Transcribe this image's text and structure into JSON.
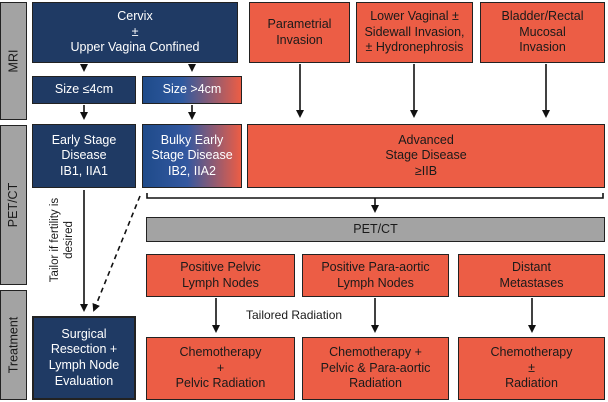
{
  "sections": {
    "mri": "MRI",
    "petct": "PET/CT",
    "treatment": "Treatment"
  },
  "mri_row": {
    "cervix": "Cervix\n±\nUpper Vagina Confined",
    "parametrial": "Parametrial\nInvasion",
    "lower_vaginal": "Lower Vaginal ±\nSidewall Invasion,\n± Hydronephrosis",
    "bladder": "Bladder/Rectal\nMucosal\nInvasion",
    "size_small": "Size ≤4cm",
    "size_large": "Size >4cm"
  },
  "stage_row": {
    "early": "Early Stage\nDisease\nIB1, IIA1",
    "bulky": "Bulky Early\nStage Disease\nIB2, IIA2",
    "advanced": "Advanced\nStage Disease\n≥IIB"
  },
  "petct_bar": "PET/CT",
  "findings": {
    "pelvic": "Positive Pelvic\nLymph Nodes",
    "paraaortic": "Positive Para-aortic\nLymph Nodes",
    "distant": "Distant\nMetastases"
  },
  "fertility_note": "Tailor if fertility is\ndesired",
  "tailored_radiation": "Tailored Radiation",
  "treatments": {
    "surgical": "Surgical\nResection +\nLymph Node\nEvaluation",
    "chemo_pelvic": "Chemotherapy\n+\nPelvic Radiation",
    "chemo_paraaortic": "Chemotherapy +\nPelvic & Para-aortic\nRadiation",
    "chemo_distant": "Chemotherapy\n±\nRadiation"
  },
  "colors": {
    "navy": "#1f3a64",
    "red": "#ec5d45",
    "grey": "#a3a3a3"
  }
}
